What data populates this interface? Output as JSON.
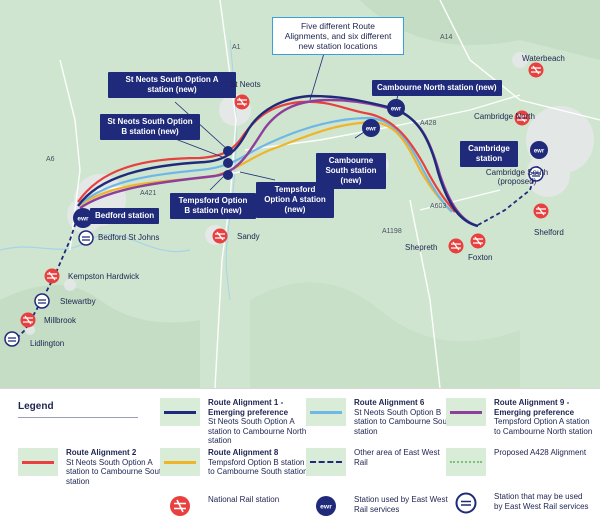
{
  "map": {
    "callout": "Five different Route Alignments, and six different new station locations",
    "stations": {
      "st_neots_a": "St Neots South Option A station (new)",
      "st_neots_b": "St Neots South Option B station (new)",
      "bedford": "Bedford station",
      "tempsford_b": "Tempsford Option B station (new)",
      "tempsford_a": "Tempsford Option A station (new)",
      "cambourne_north": "Cambourne North station (new)",
      "cambourne_south": "Cambourne South station (new)",
      "cambridge": "Cambridge station"
    },
    "places": {
      "st_neots": "St Neots",
      "waterbeach": "Waterbeach",
      "cambridge_north": "Cambridge North",
      "cambridge_south": "Cambridge South (proposed)",
      "shelford": "Shelford",
      "foxton": "Foxton",
      "shepreth": "Shepreth",
      "sandy": "Sandy",
      "bedford_st_johns": "Bedford St Johns",
      "kempston_hardwick": "Kempston Hardwick",
      "stewartby": "Stewartby",
      "millbrook": "Millbrook",
      "lidlington": "Lidlington"
    },
    "roads": {
      "a1": "A1",
      "a6": "A6",
      "a421": "A421",
      "a14": "A14",
      "a428": "A428",
      "a603": "A603",
      "a1198": "A1198"
    },
    "badge": "ewr"
  },
  "legend": {
    "title": "Legend",
    "items": {
      "ra1_title": "Route Alignment 1 - Emerging preference",
      "ra1_desc": "St Neots South Option A station to Cambourne North station",
      "ra6_title": "Route Alignment 6",
      "ra6_desc": "St Neots South Option B station to Cambourne South station",
      "ra9_title": "Route Alignment 9 - Emerging preference",
      "ra9_desc": "Tempsford Option A station to Cambourne North station",
      "ra2_title": "Route Alignment 2",
      "ra2_desc": "St Neots South Option A station to Cambourne South station",
      "ra8_title": "Route Alignment 8",
      "ra8_desc": "Tempsford Option B station to Cambourne South station",
      "other_area": "Other area of East West Rail",
      "proposed_a428": "Proposed A428 Alignment",
      "national_rail": "National Rail station",
      "ewr_station": "Station used by East West Rail services",
      "maybe_station": "Station that may be used by East West Rail services"
    }
  },
  "colors": {
    "route1": "#1f2a7a",
    "route2": "#e8403f",
    "route6": "#6fb8e6",
    "route8": "#f0b429",
    "route9": "#8e3f9c",
    "national_rail": "#e8403f",
    "ewr": "#1f2a7a",
    "callout_border": "#3aa0d8"
  }
}
